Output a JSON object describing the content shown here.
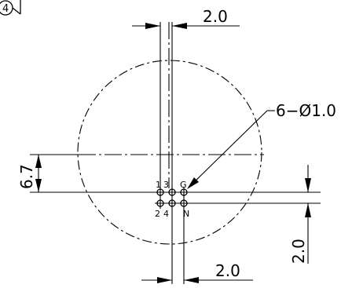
{
  "balloon": {
    "label": "4"
  },
  "dimensions": {
    "top_spacing": "2.0",
    "callout": "6−Ø1.0",
    "left_offset": "6.7",
    "right_spacing": "2.0",
    "bottom_spacing": "2.0"
  },
  "pins": {
    "top_labels": [
      "1",
      "3",
      "G"
    ],
    "bottom_labels": [
      "2",
      "4",
      "N"
    ]
  }
}
